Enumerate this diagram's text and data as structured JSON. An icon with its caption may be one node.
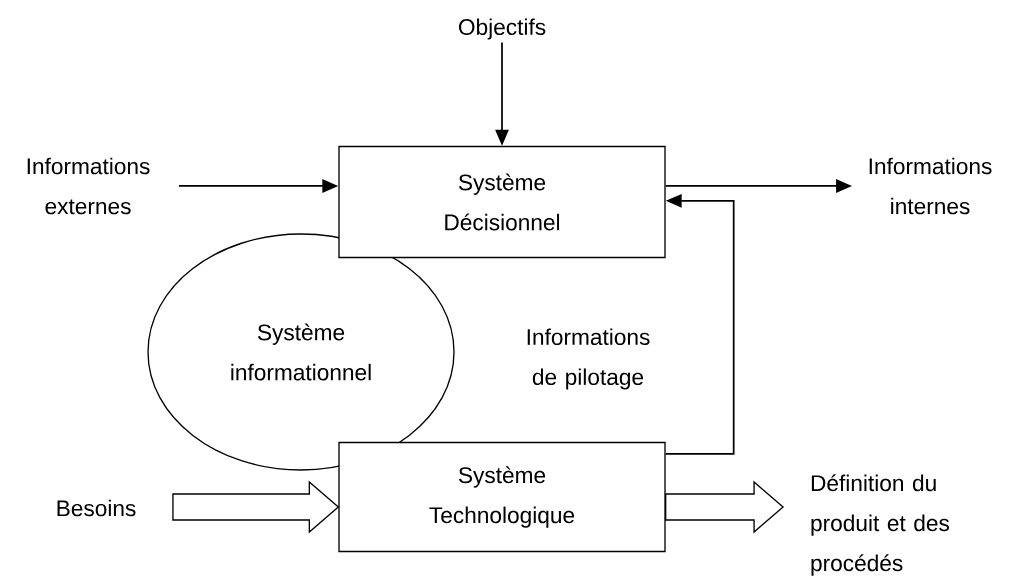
{
  "diagram": {
    "nodes": [
      {
        "text": [
          "Objectifs"
        ]
      },
      {
        "text": [
          "Informations externes"
        ]
      },
      {
        "text": [
          "Système Décisionnel"
        ]
      },
      {
        "text": [
          "Informations internes"
        ]
      },
      {
        "text": [
          "Système informationnel"
        ]
      },
      {
        "text": [
          "Besoins"
        ]
      },
      {
        "text": [
          "Système Technologique"
        ]
      },
      {
        "text": [
          "Définition du produit et des procédés"
        ]
      }
    ],
    "edges": [
      {
        "from": 0,
        "to": 2,
        "arrow": "to"
      },
      {
        "from": 1,
        "to": 2,
        "arrow": "to"
      },
      {
        "from": 2,
        "to": 3,
        "arrow": "to"
      },
      {
        "from": 6,
        "to": 2,
        "arrow": "to",
        "label": "Informations de pilotage"
      },
      {
        "from": 5,
        "to": 6,
        "arrow": "to",
        "style": "thick"
      },
      {
        "from": 6,
        "to": 7,
        "arrow": "to",
        "style": "thick"
      }
    ]
  }
}
